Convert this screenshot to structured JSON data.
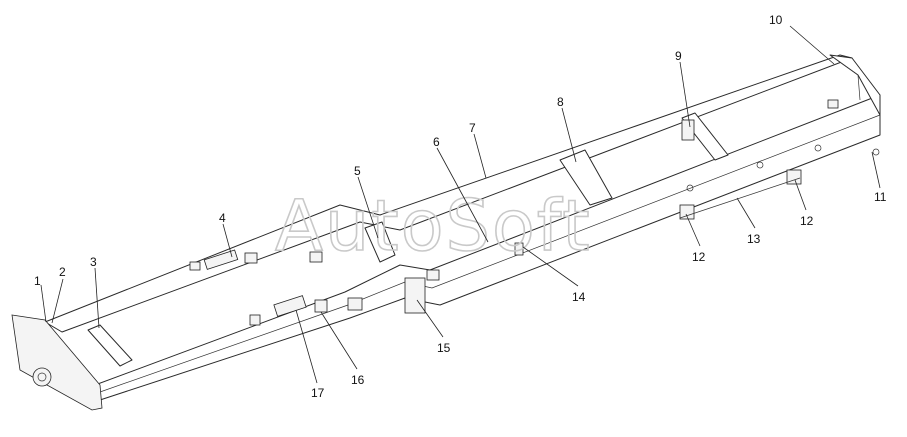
{
  "watermark": "AutoSoft",
  "callouts": [
    "1",
    "2",
    "3",
    "4",
    "5",
    "6",
    "7",
    "8",
    "9",
    "10",
    "11",
    "12",
    "12",
    "13",
    "14",
    "15",
    "16",
    "17"
  ]
}
